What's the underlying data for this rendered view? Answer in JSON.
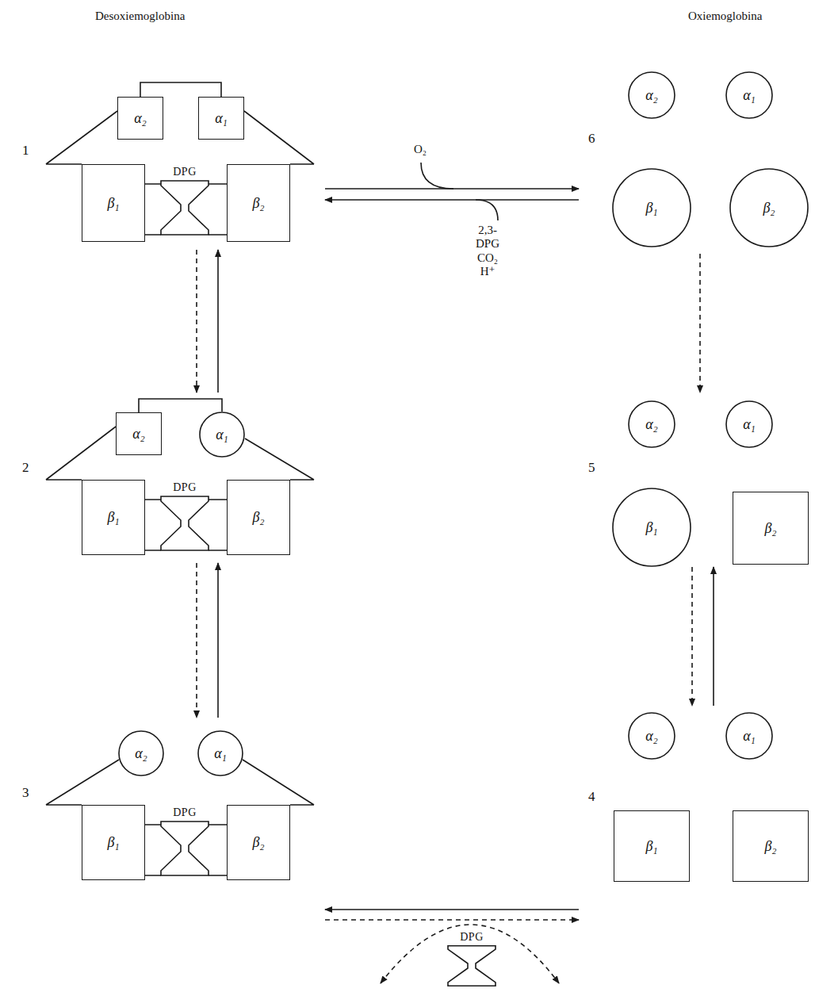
{
  "diagram": {
    "nodes": [
      {
        "text": [
          "1"
        ]
      },
      {
        "text": [
          "α₂"
        ],
        "in": 0
      },
      {
        "text": [
          "α₁"
        ],
        "in": 0
      },
      {
        "text": [
          "DPG"
        ],
        "in": 0
      },
      {
        "text": [
          "β₁"
        ],
        "in": 0
      },
      {
        "text": [
          "β₂"
        ],
        "in": 0
      },
      {
        "text": [
          "6"
        ]
      },
      {
        "text": [
          "α₂"
        ],
        "in": 6
      },
      {
        "text": [
          "α₁"
        ],
        "in": 6
      },
      {
        "text": [
          "β₁"
        ],
        "in": 6
      },
      {
        "text": [
          "β₂"
        ],
        "in": 6
      },
      {
        "text": [
          "2"
        ]
      },
      {
        "text": [
          "α₂"
        ],
        "in": 11
      },
      {
        "text": [
          "α₁"
        ],
        "in": 11
      },
      {
        "text": [
          "DPG"
        ],
        "in": 11
      },
      {
        "text": [
          "β₁"
        ],
        "in": 11
      },
      {
        "text": [
          "β₂"
        ],
        "in": 11
      },
      {
        "text": [
          "5"
        ]
      },
      {
        "text": [
          "α₂"
        ],
        "in": 17
      },
      {
        "text": [
          "α₁"
        ],
        "in": 17
      },
      {
        "text": [
          "β₁"
        ],
        "in": 17
      },
      {
        "text": [
          "β₂"
        ],
        "in": 17
      },
      {
        "text": [
          "3"
        ]
      },
      {
        "text": [
          "α₂"
        ],
        "in": 22
      },
      {
        "text": [
          "α₁"
        ],
        "in": 22
      },
      {
        "text": [
          "DPG"
        ],
        "in": 22
      },
      {
        "text": [
          "β₁"
        ],
        "in": 22
      },
      {
        "text": [
          "β₂"
        ],
        "in": 22
      },
      {
        "text": [
          "4"
        ]
      },
      {
        "text": [
          "α₂"
        ],
        "in": 28
      },
      {
        "text": [
          "α₁"
        ],
        "in": 28
      },
      {
        "text": [
          "β₁"
        ],
        "in": 28
      },
      {
        "text": [
          "β₂"
        ],
        "in": 28
      },
      {
        "text": [
          "DPG"
        ]
      }
    ],
    "edges": [
      {
        "from": 0,
        "to": 6,
        "arrow": "to",
        "label": "O₂"
      },
      {
        "from": 6,
        "to": 0,
        "arrow": "to",
        "label": "2,3-DPG CO₂ H⁺"
      },
      {
        "from": 0,
        "to": 11,
        "arrow": "to"
      },
      {
        "from": 11,
        "to": 0,
        "arrow": "to"
      },
      {
        "from": 11,
        "to": 22,
        "arrow": "to"
      },
      {
        "from": 22,
        "to": 11,
        "arrow": "to"
      },
      {
        "from": 6,
        "to": 17,
        "arrow": "to"
      },
      {
        "from": 17,
        "to": 28,
        "arrow": "to"
      },
      {
        "from": 28,
        "to": 17,
        "arrow": "to"
      },
      {
        "from": 28,
        "to": 22,
        "arrow": "to"
      },
      {
        "from": 22,
        "to": 28,
        "arrow": "to"
      }
    ],
    "labels": [
      "Desoxiemoglobina",
      "Oxiemoglobina"
    ]
  }
}
